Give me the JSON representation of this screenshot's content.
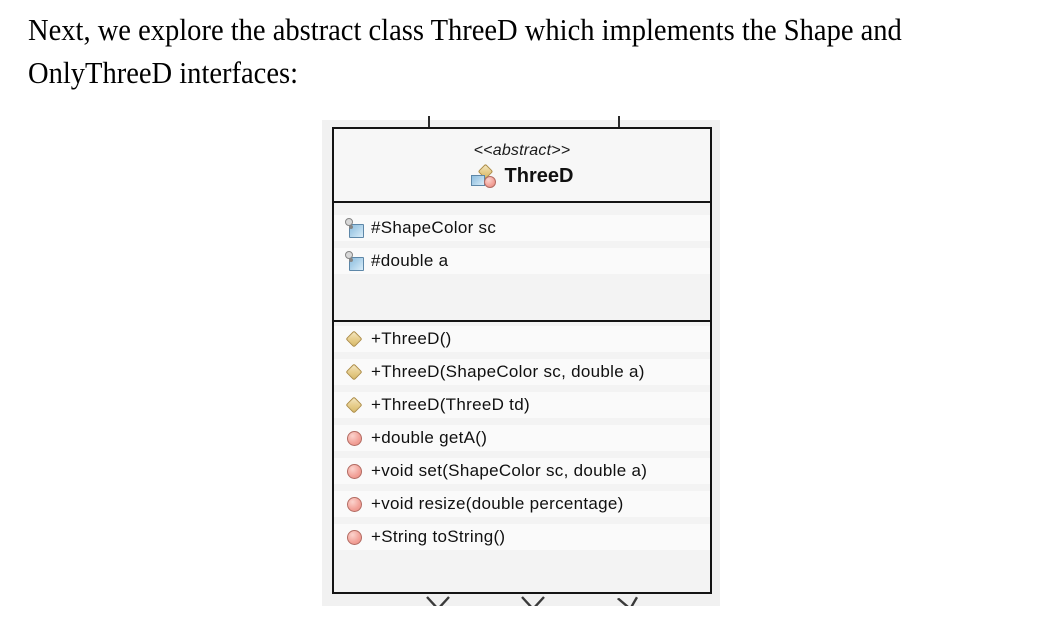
{
  "intro": {
    "line1": "Next, we explore the abstract class ThreeD which implements the Shape and",
    "line2": "OnlyThreeD interfaces:"
  },
  "uml_class": {
    "stereotype": "<<abstract>>",
    "name": "ThreeD",
    "fields": [
      {
        "icon": "protected-field-icon",
        "label": "#ShapeColor sc"
      },
      {
        "icon": "protected-field-icon",
        "label": "#double a"
      }
    ],
    "methods": [
      {
        "icon": "constructor-icon",
        "label": "+ThreeD()"
      },
      {
        "icon": "constructor-icon",
        "label": "+ThreeD(ShapeColor sc, double a)"
      },
      {
        "icon": "constructor-icon",
        "label": "+ThreeD(ThreeD td)"
      },
      {
        "icon": "method-icon",
        "label": "+double getA()"
      },
      {
        "icon": "method-icon",
        "label": "+void set(ShapeColor sc, double a)"
      },
      {
        "icon": "method-icon",
        "label": "+void resize(double percentage)"
      },
      {
        "icon": "method-icon",
        "label": "+String toString()"
      }
    ],
    "colors": {
      "constructor_fill": "#e8d092",
      "constructor_border": "#ad8c45",
      "method_fill": "#f2a198",
      "method_border": "#b26b62",
      "field_fill": "#a9cfe8",
      "field_border": "#5d87a8",
      "panel_background": "#f1f1f1",
      "box_background": "#f5f5f5",
      "box_border": "#141414"
    }
  }
}
